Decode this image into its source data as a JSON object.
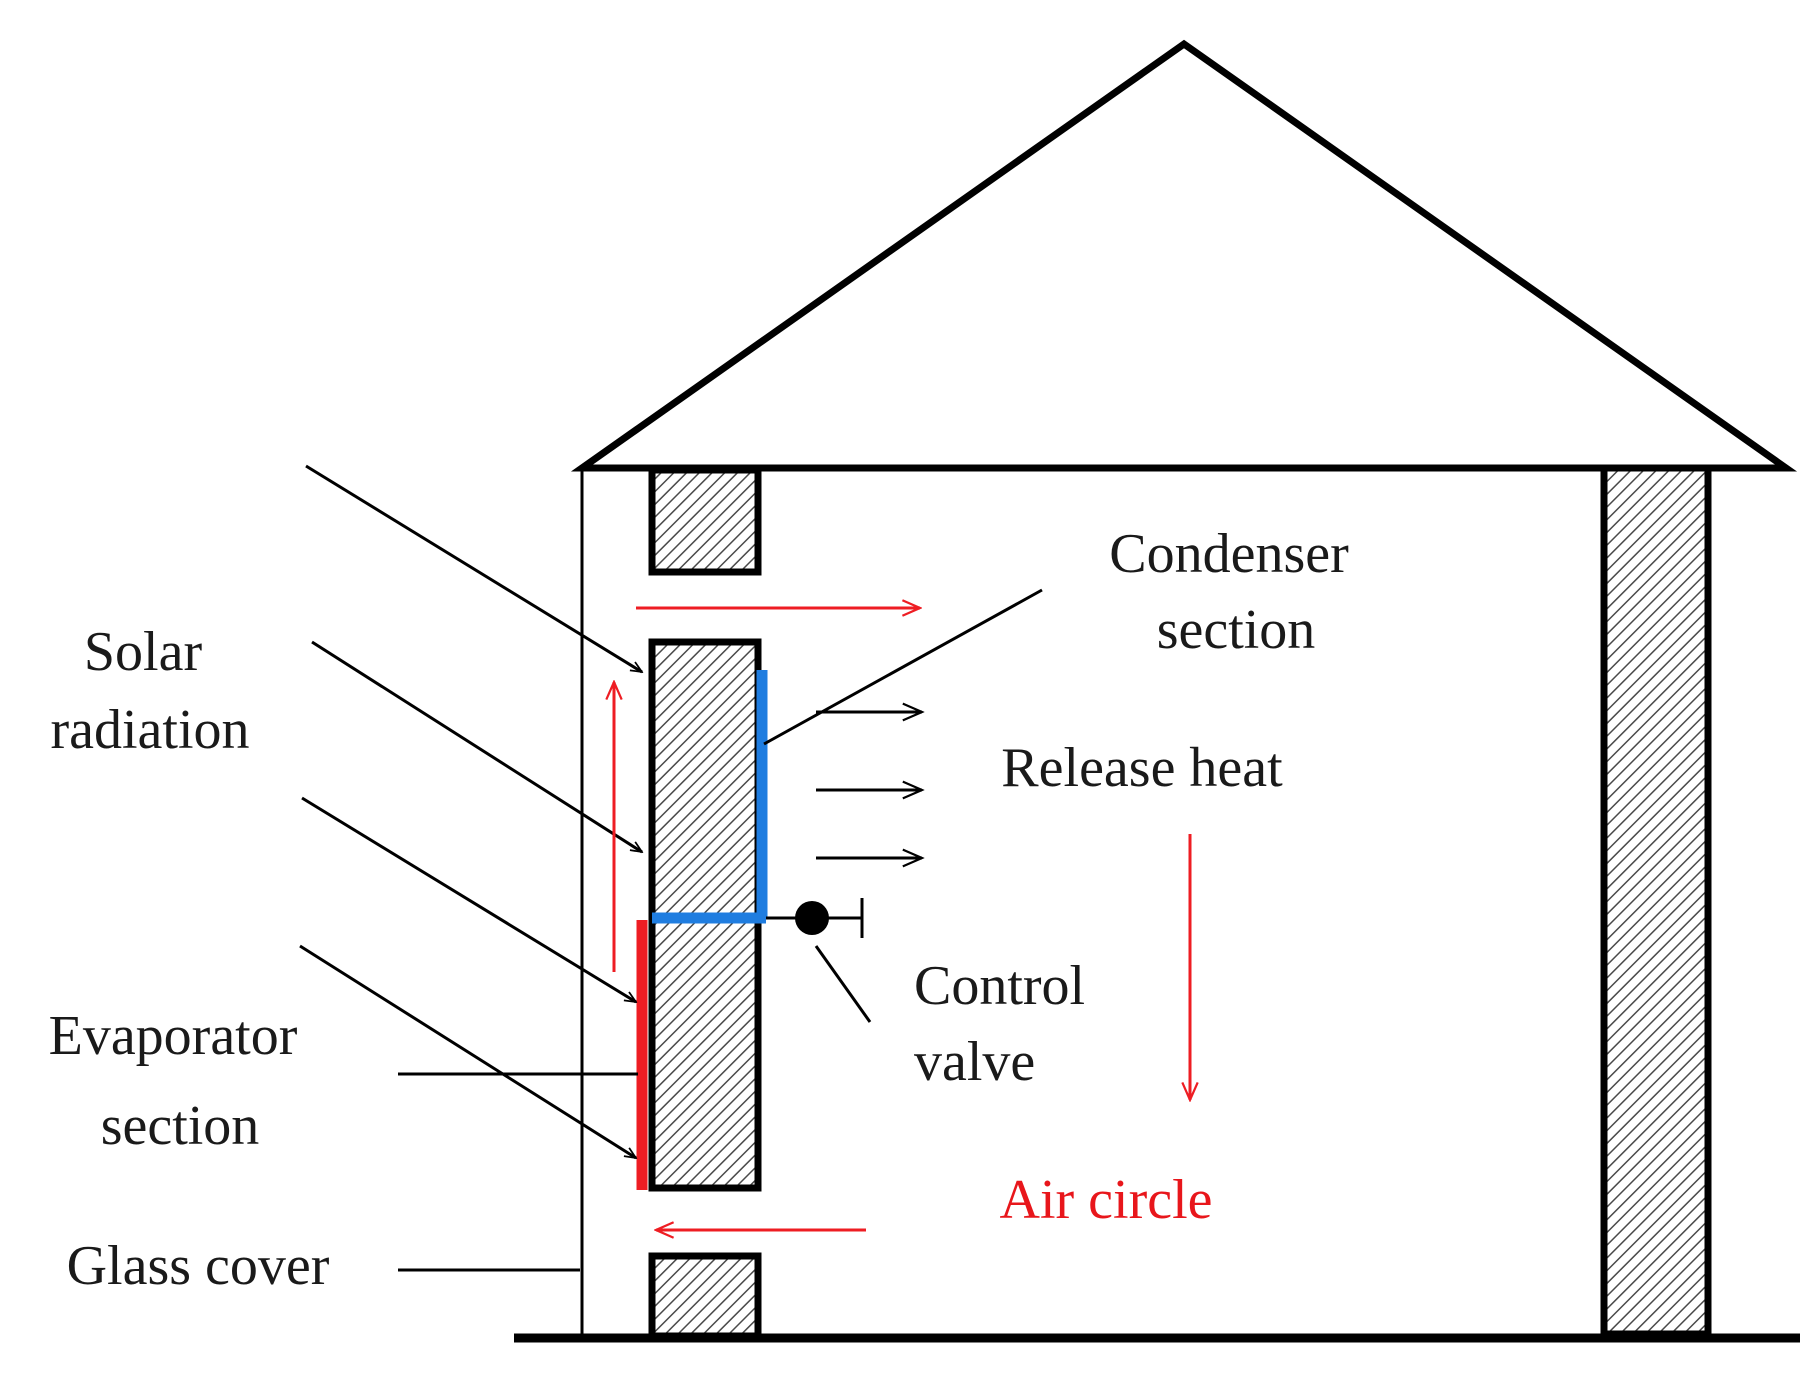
{
  "labels": {
    "solar_radiation": [
      "Solar",
      "radiation"
    ],
    "evaporator_section": [
      "Evaporator",
      "section"
    ],
    "glass_cover": "Glass cover",
    "condenser_section": [
      "Condenser",
      "section"
    ],
    "release_heat": "Release heat",
    "control_valve": [
      "Control",
      "valve"
    ],
    "air_circle": "Air circle"
  },
  "colors": {
    "outline": "#000000",
    "evaporator": "#ee1d23",
    "condenser": "#1f7de0",
    "air_flow": "#ee1d23",
    "hatch": "#555555"
  }
}
